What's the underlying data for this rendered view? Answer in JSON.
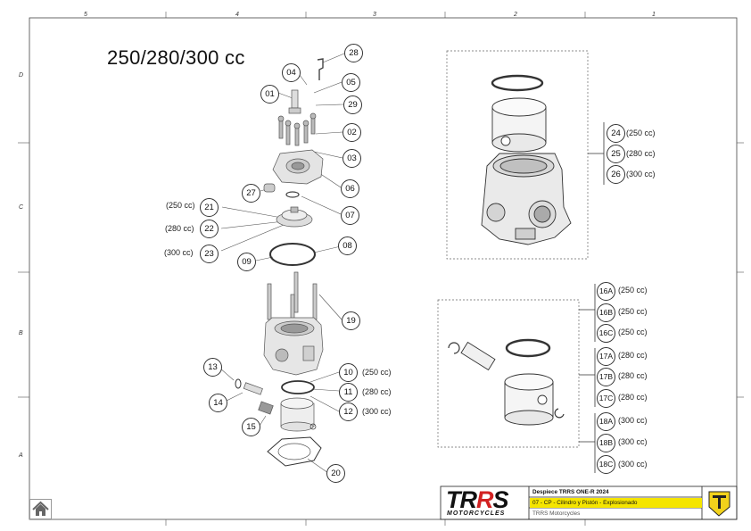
{
  "title": "250/280/300 cc",
  "grid": {
    "columns": [
      "5",
      "4",
      "3",
      "2",
      "1"
    ],
    "rows": [
      "D",
      "C",
      "B",
      "A"
    ]
  },
  "callouts": {
    "c01": "01",
    "c02": "02",
    "c03": "03",
    "c04": "04",
    "c05": "05",
    "c06": "06",
    "c07": "07",
    "c08": "08",
    "c09": "09",
    "c10": "10",
    "c11": "11",
    "c12": "12",
    "c13": "13",
    "c14": "14",
    "c15": "15",
    "c19": "19",
    "c20": "20",
    "c21": "21",
    "c22": "22",
    "c23": "23",
    "c24": "24",
    "c25": "25",
    "c26": "26",
    "c27": "27",
    "c28": "28",
    "c29": "29",
    "c16a": "16A",
    "c16b": "16B",
    "c16c": "16C",
    "c17a": "17A",
    "c17b": "17B",
    "c17c": "17C",
    "c18a": "18A",
    "c18b": "18B",
    "c18c": "18C"
  },
  "variants": {
    "cc250": "(250 cc)",
    "cc280": "(280 cc)",
    "cc300": "(300 cc)",
    "cc250b": "(250 cc)",
    "cc280b": "(280 cc)",
    "cc300b": "(300 cc)"
  },
  "title_block": {
    "brand": "TRRS",
    "brand_sub": "MOTORCYCLES",
    "line1": "Despiece TRRS ONE-R 2024",
    "line2": "07 - CP - Cilindro y Pistón - Explosionado",
    "line3": "TRRS Motorcycles"
  },
  "colors": {
    "highlight": "#f5e500",
    "brand_red": "#d22222",
    "logo_yellow": "#f2d21b"
  },
  "icons": {
    "home": "home-icon",
    "logo": "trrs-shield-logo-icon"
  }
}
